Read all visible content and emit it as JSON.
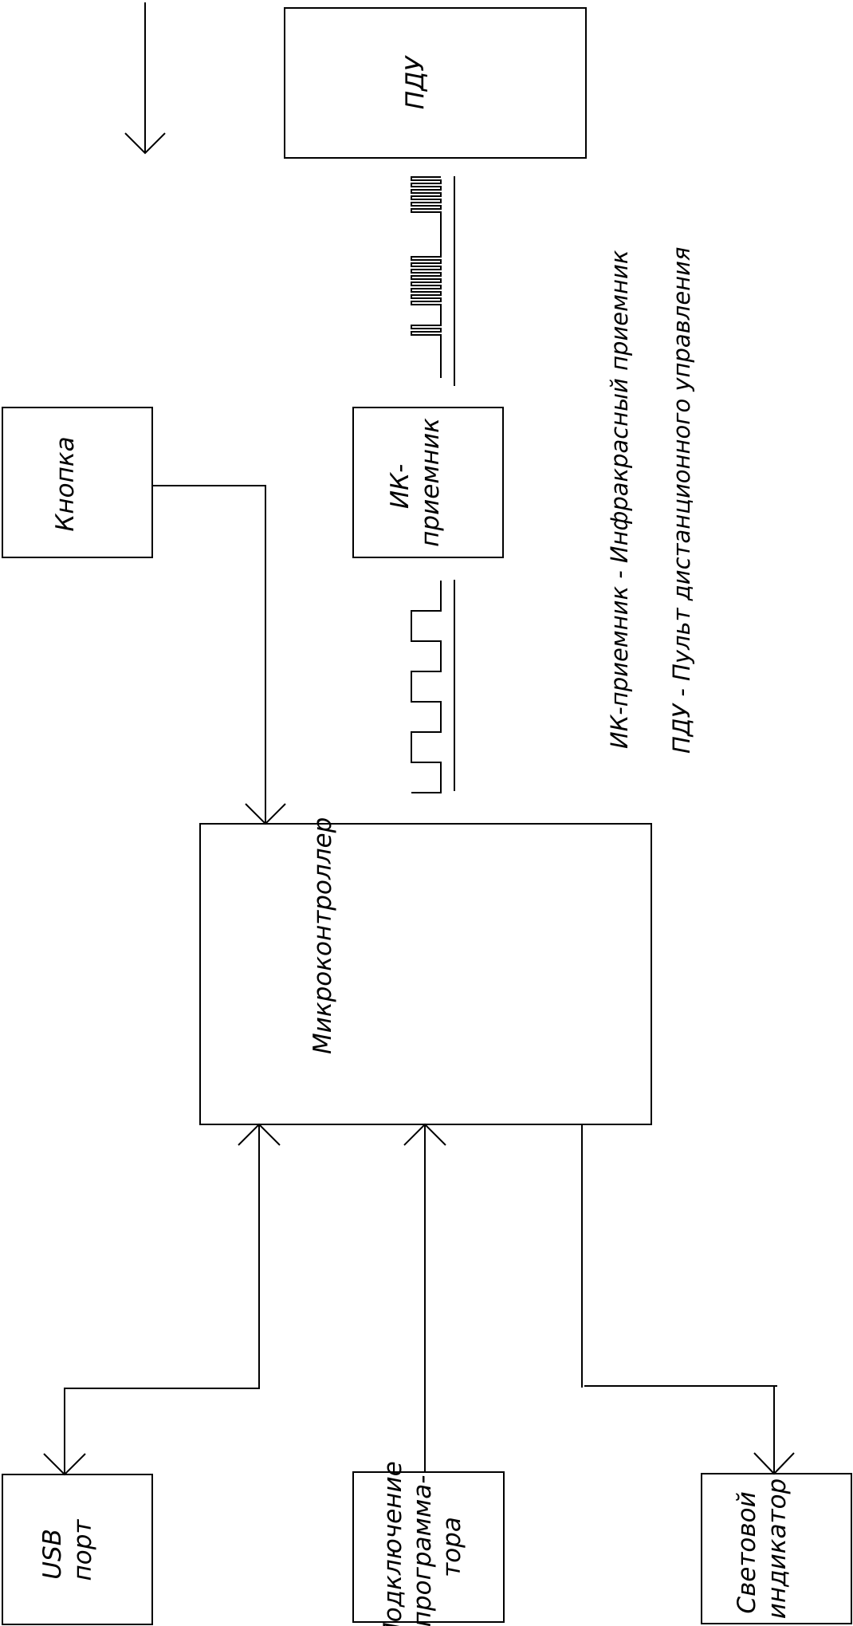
{
  "blocks": {
    "pdu": "ПДУ",
    "button": "Кнопка",
    "ir_receiver": [
      "ИК-",
      "приемник"
    ],
    "microcontroller": "Микроконтроллер",
    "usb_port": [
      "USB",
      "порт"
    ],
    "programmer": [
      "Подключение",
      "программа-",
      "тора"
    ],
    "indicator": [
      "Световой",
      "индикатор"
    ]
  },
  "legend": {
    "ir": "ИК-приемник - Инфракрасный приемник",
    "pdu": "ПДУ - Пульт дистанционного управления"
  },
  "colors": {
    "stroke": "#000000",
    "background": "#ffffff"
  }
}
